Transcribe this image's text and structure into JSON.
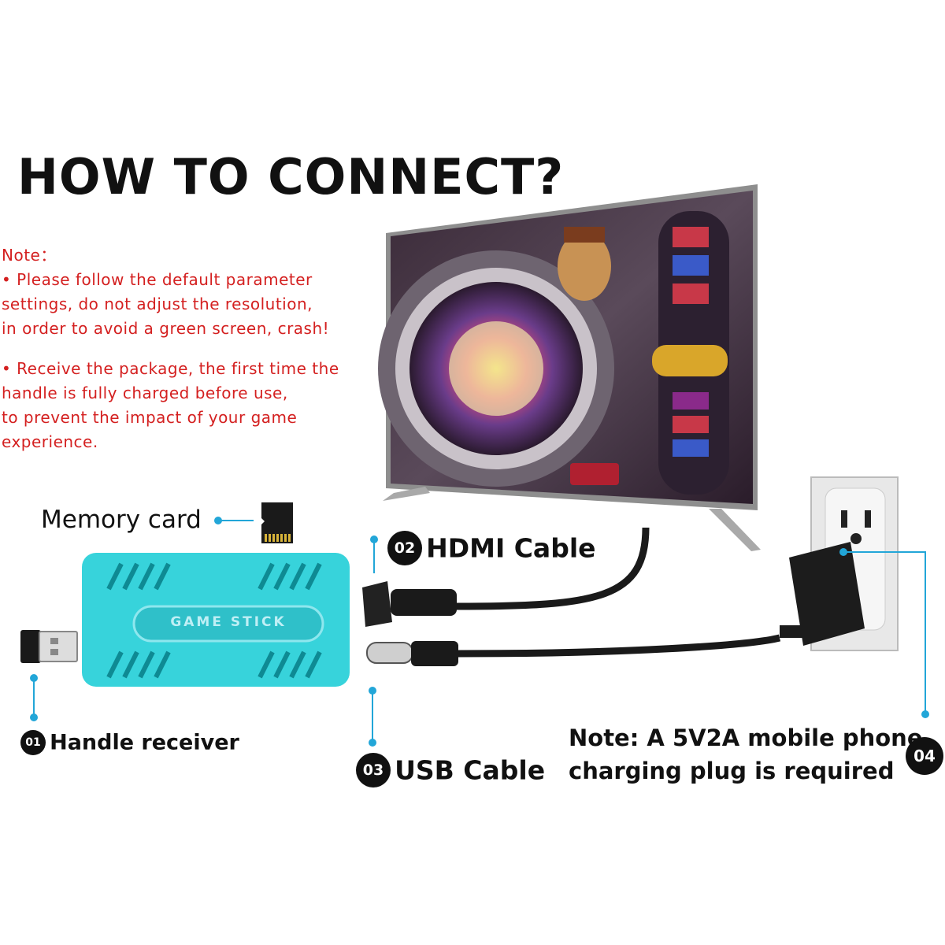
{
  "title": "HOW TO CONNECT?",
  "notes": {
    "heading": "Note：",
    "lines": [
      " • Please follow the default parameter",
      "settings, do not adjust the resolution,",
      "in order to avoid a green screen, crash!",
      "",
      " • Receive the package, the first time the",
      " handle is fully charged before use,",
      "to prevent the impact of your game",
      "experience."
    ]
  },
  "labels": {
    "memory_card": "Memory card",
    "step1_num": "01",
    "step1": "Handle receiver",
    "step2_num": "02",
    "step2": "HDMI Cable",
    "step3_num": "03",
    "step3": "USB Cable",
    "step4_num": "04",
    "step4_line1": "Note: A 5V2A mobile phone",
    "step4_line2": "charging plug is required"
  },
  "device": {
    "stick_text": "GAME STICK"
  },
  "colors": {
    "accent": "#22a6d8",
    "note_red": "#d42020",
    "stick": "#37d3db"
  }
}
